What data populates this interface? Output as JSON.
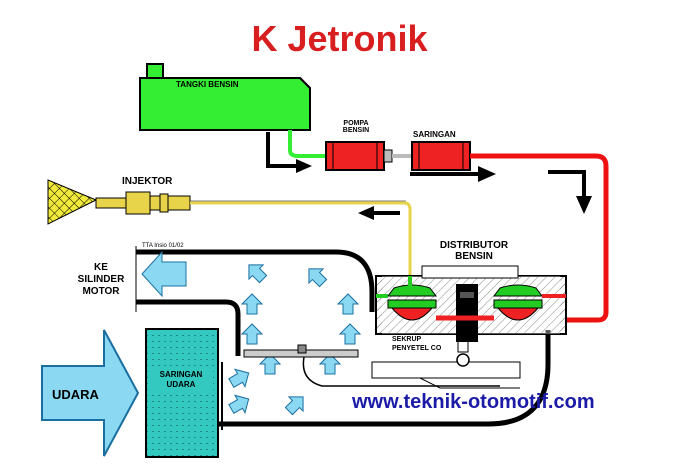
{
  "title": "K Jetronik",
  "labels": {
    "tank": "TANGKI BENSIN",
    "pump_line1": "POMPA",
    "pump_line2": "BENSIN",
    "filter": "SARINGAN",
    "injector": "INJEKTOR",
    "distributor_line1": "DISTRIBUTOR",
    "distributor_line2": "BENSIN",
    "cylinder_line1": "KE",
    "cylinder_line2": "SILINDER",
    "cylinder_line3": "MOTOR",
    "tta": "TTA Insio 01/02",
    "screw_line1": "SEKRUP",
    "screw_line2": "PENYETEL CO",
    "air_filter_line1": "SARINGAN",
    "air_filter_line2": "UDARA",
    "air": "UDARA"
  },
  "website": "www.teknik-otomotif.com",
  "colors": {
    "title": "#d81e1e",
    "website": "#1b1ba8",
    "tank": "#33ee33",
    "pump": "#ee2222",
    "fuel_line": "#ee1111",
    "injector": "#e8d44a",
    "spray": "#f2ea3a",
    "air_filter": "#33c8c0",
    "air_arrow": "#8ad8f2",
    "distributor_valve": "#22cc22"
  }
}
